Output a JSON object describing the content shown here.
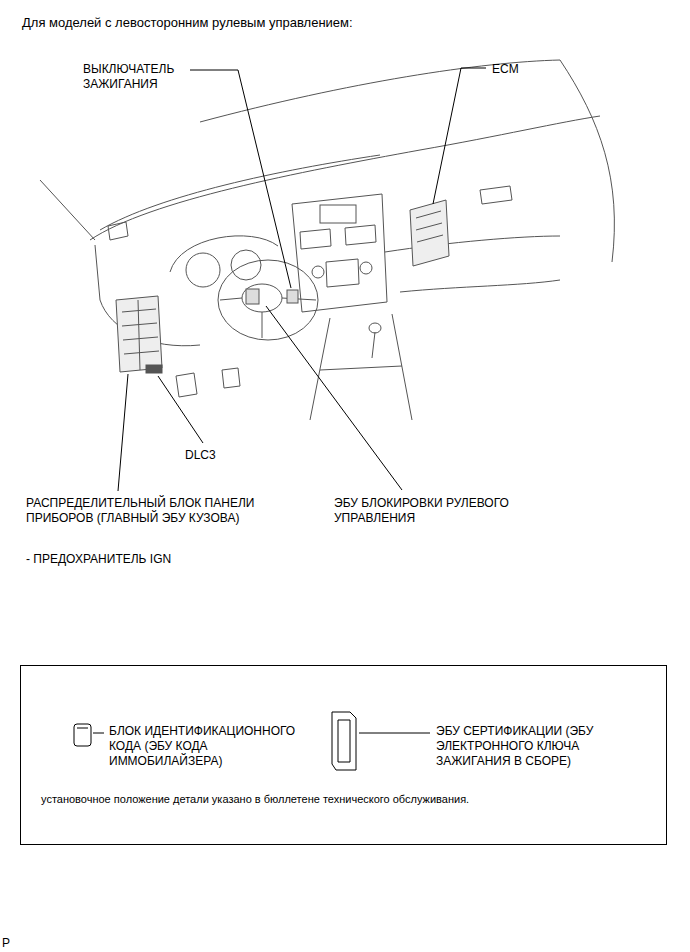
{
  "diagram": {
    "title": "Для моделей с левосторонним рулевым управлением:",
    "nodes": [
      {
        "text": [
          "БЛОК ИДЕНТИФИКАЦИОННОГО КОДА (ЭБУ КОДА ИММОБИЛАЙЗЕРА)",
          "ЭБУ СЕРТИФИКАЦИИ (ЭБУ ЭЛЕКТРОННОГО КЛЮЧА ЗАЖИГАНИЯ В СБОРЕ)",
          "установочное положение детали указано в бюллетене технического обслуживания."
        ]
      }
    ],
    "labels": [
      "ВЫКЛЮЧАТЕЛЬ ЗАЖИГАНИЯ",
      "ECM",
      "DLC3",
      "РАСПРЕДЕЛИТЕЛЬНЫЙ БЛОК ПАНЕЛИ ПРИБОРОВ (ГЛАВНЫЙ ЭБУ КУЗОВА)",
      "ЭБУ БЛОКИРОВКИ РУЛЕВОГО УПРАВЛЕНИЯ",
      "- ПРЕДОХРАНИТЕЛЬ IGN",
      "P"
    ]
  }
}
